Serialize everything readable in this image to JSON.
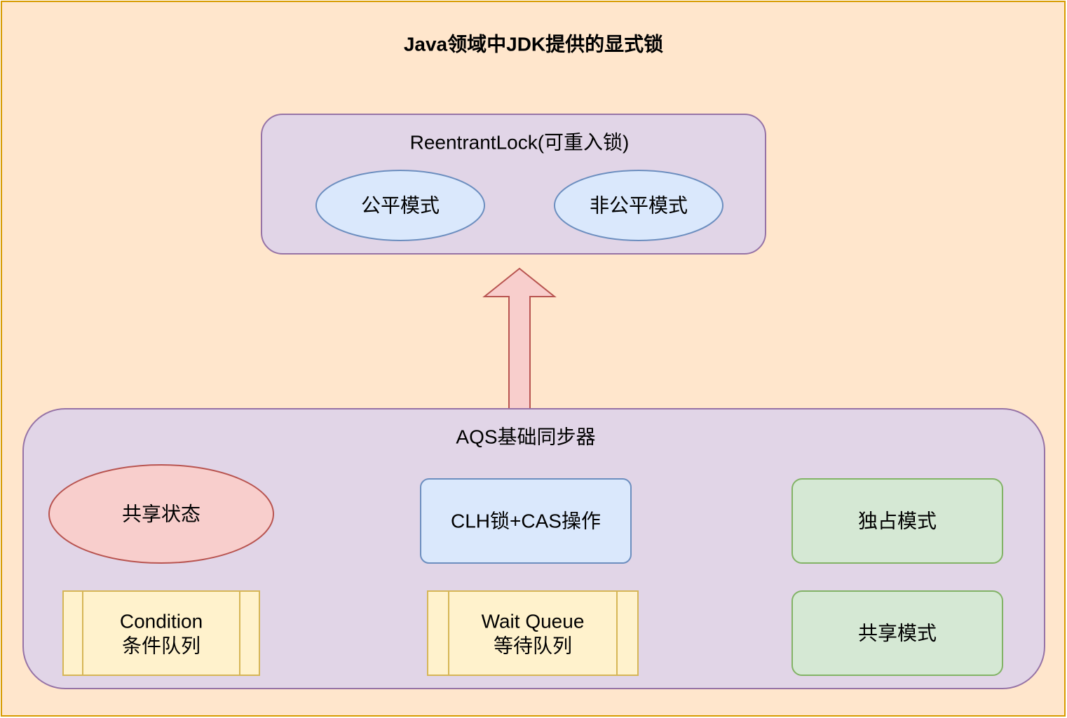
{
  "title": "Java领域中JDK提供的显式锁",
  "colors": {
    "background_fill": "#FFE6CC",
    "background_stroke": "#D79B00",
    "purple_fill": "#E1D5E7",
    "purple_stroke": "#9673A6",
    "blue_fill": "#DAE8FC",
    "blue_stroke": "#6C8EBF",
    "red_fill": "#F8CECC",
    "red_stroke": "#B85450",
    "green_fill": "#D5E8D4",
    "green_stroke": "#82B366",
    "yellow_fill": "#FFF2CC",
    "yellow_stroke": "#D6B656"
  },
  "reentrant_lock": {
    "label": "ReentrantLock(可重入锁)",
    "fair_mode": "公平模式",
    "unfair_mode": "非公平模式"
  },
  "aqs": {
    "label": "AQS基础同步器",
    "shared_state": "共享状态",
    "clh_cas": "CLH锁+CAS操作",
    "exclusive_mode": "独占模式",
    "shared_mode": "共享模式",
    "condition_queue": {
      "line1": "Condition",
      "line2": "条件队列"
    },
    "wait_queue": {
      "line1": "Wait Queue",
      "line2": "等待队列"
    }
  }
}
